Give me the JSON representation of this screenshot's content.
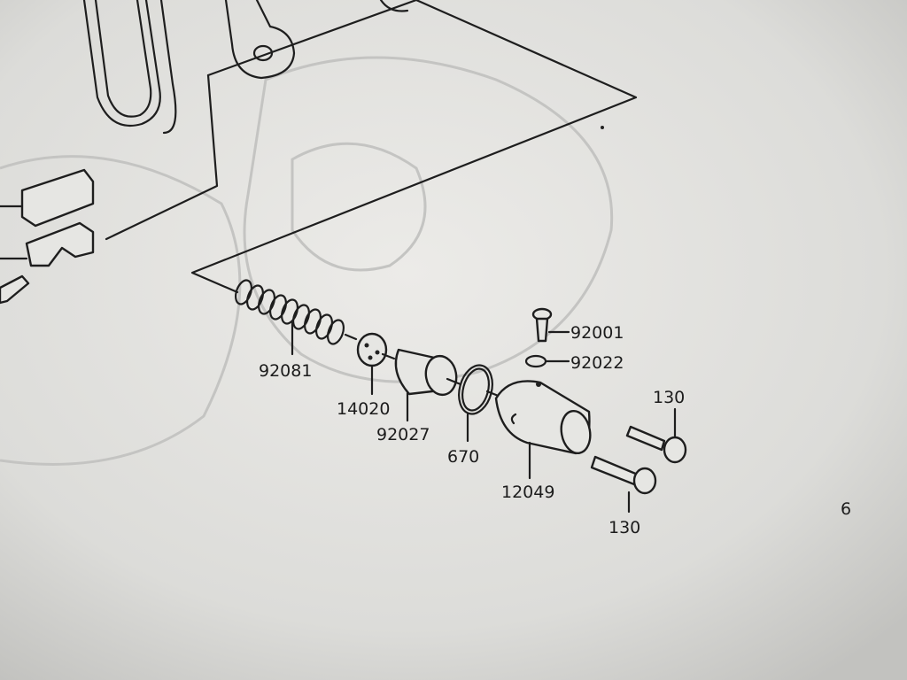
{
  "diagram": {
    "part_labels": {
      "screw": "92001",
      "washer": "92022",
      "bolt_upper": "130",
      "spring": "92081",
      "piston_cap": "14020",
      "piston": "92027",
      "o_ring": "670",
      "cylinder_body": "12049",
      "bolt_lower": "130"
    },
    "page_number": "6"
  }
}
